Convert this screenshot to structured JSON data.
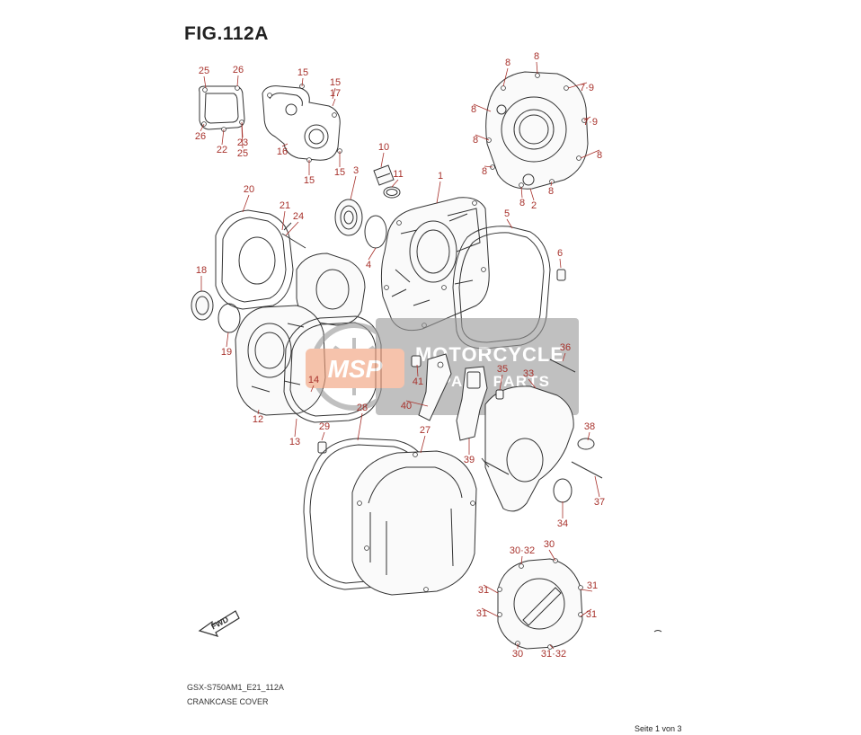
{
  "figure": {
    "title": "FIG.112A",
    "model_code": "GSX-S750AM1_E21_112A",
    "caption": "CRANKCASE COVER",
    "page_label": "Seite 1 von 3"
  },
  "watermark": {
    "badge": "MSP",
    "line1": "MOTORCYCLE",
    "line2": "SPARE PARTS"
  },
  "fwd_label": "FWD",
  "colors": {
    "callout": "#a8322c",
    "linework": "#333333",
    "watermark_badge": "#f2a07a",
    "watermark_bg": "#9a9a9a"
  },
  "callouts": [
    "25",
    "26",
    "26",
    "22",
    "23",
    "25",
    "15",
    "15",
    "17",
    "16",
    "15",
    "15",
    "10",
    "11",
    "3",
    "4",
    "1",
    "8",
    "8",
    "7·9",
    "8",
    "7·9",
    "8",
    "8",
    "8",
    "8",
    "8",
    "2",
    "20",
    "21",
    "24",
    "18",
    "19",
    "12",
    "13",
    "14",
    "5",
    "6",
    "36",
    "41",
    "40",
    "35",
    "33",
    "39",
    "38",
    "37",
    "34",
    "29",
    "28",
    "27",
    "30·32",
    "30",
    "31",
    "31",
    "31",
    "31",
    "30",
    "31·32"
  ]
}
